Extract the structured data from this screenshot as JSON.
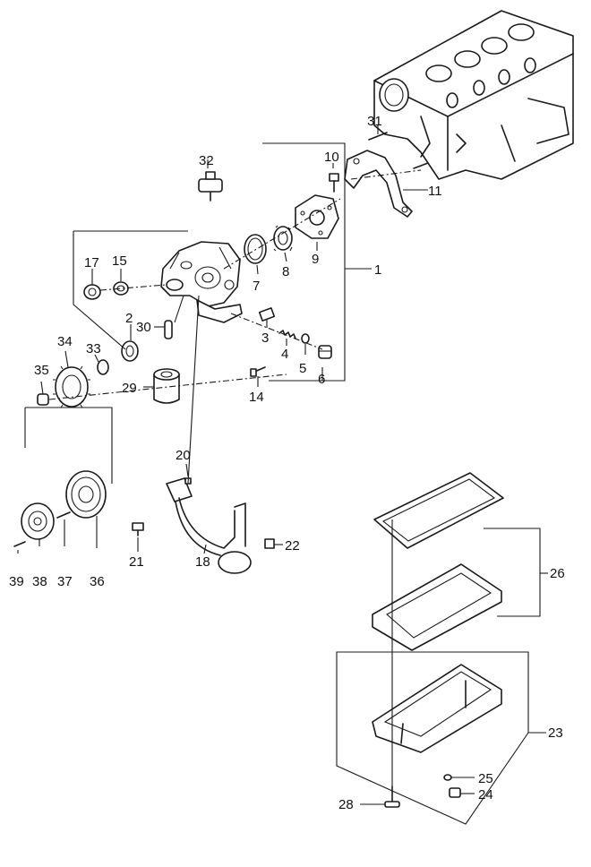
{
  "labels": [
    "1",
    "2",
    "3",
    "4",
    "5",
    "6",
    "7",
    "8",
    "9",
    "10",
    "11",
    "14",
    "15",
    "17",
    "18",
    "20",
    "21",
    "22",
    "23",
    "24",
    "25",
    "26",
    "28",
    "29",
    "30",
    "31",
    "32",
    "33",
    "34",
    "35",
    "36",
    "37",
    "38",
    "39"
  ]
}
